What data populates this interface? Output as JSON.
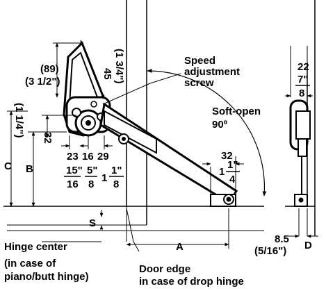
{
  "labels": {
    "speed": [
      "Speed",
      "adjustment",
      "screw"
    ],
    "soft_open": [
      "Soft-open",
      "90º"
    ],
    "hinge_center": [
      "Hinge center",
      "(in case of",
      "piano/butt hinge)"
    ],
    "door_edge": [
      "Door edge",
      "in case of drop hinge"
    ],
    "dim_c": "C",
    "dim_b": "B",
    "dim_a": "A",
    "dim_s": "S",
    "dim_d": "D"
  },
  "dims": {
    "d89": "(89)",
    "d89_in": "(3 1/2\")",
    "d45": "45",
    "d45_in": "(1 3/4\")",
    "d32_left": "32",
    "d32_left_in": "(1 1/4\")",
    "d23": "23",
    "d23_frac": {
      "num": "15\"",
      "den": "16"
    },
    "d16": "16",
    "d16_frac": {
      "num": "5\"",
      "den": "8"
    },
    "d29": "29",
    "d29_frac": {
      "whole": "1",
      "num": "1\"",
      "den": "8"
    },
    "d32_right": "32",
    "d32_right_frac": {
      "whole": "1",
      "num": "1\"",
      "den": "4"
    },
    "d22": "22",
    "d22_frac": {
      "num": "7\"",
      "den": "8"
    },
    "d85": "8.5",
    "d85_in": "(5/16\")"
  }
}
